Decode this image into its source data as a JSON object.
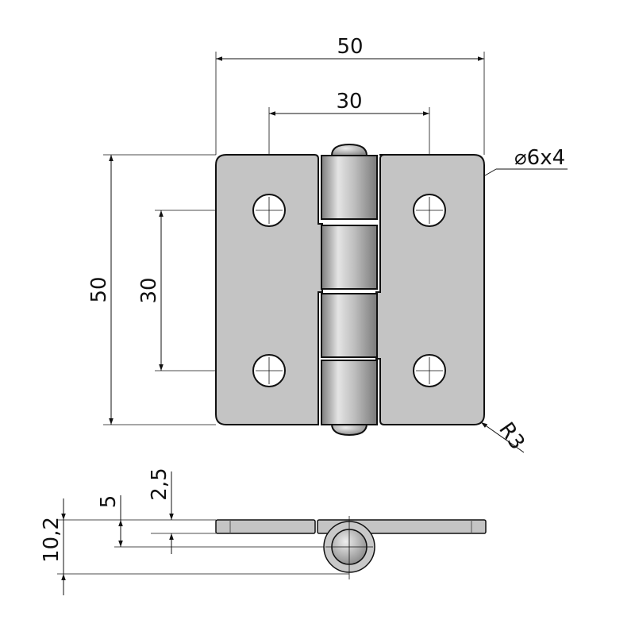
{
  "dimensions": {
    "top_width": "50",
    "hole_spacing_horizontal": "30",
    "hole_callout": "⌀6x4",
    "left_height": "50",
    "hole_spacing_vertical": "30",
    "corner_radius": "R3",
    "total_thickness": "10,2",
    "pin_offset": "5",
    "plate_thickness": "2,5"
  },
  "colors": {
    "plate": "#c4c4c4",
    "knuckle_light": "#e0e0e0",
    "knuckle_dark": "#8a8a8a",
    "line": "#111111"
  }
}
